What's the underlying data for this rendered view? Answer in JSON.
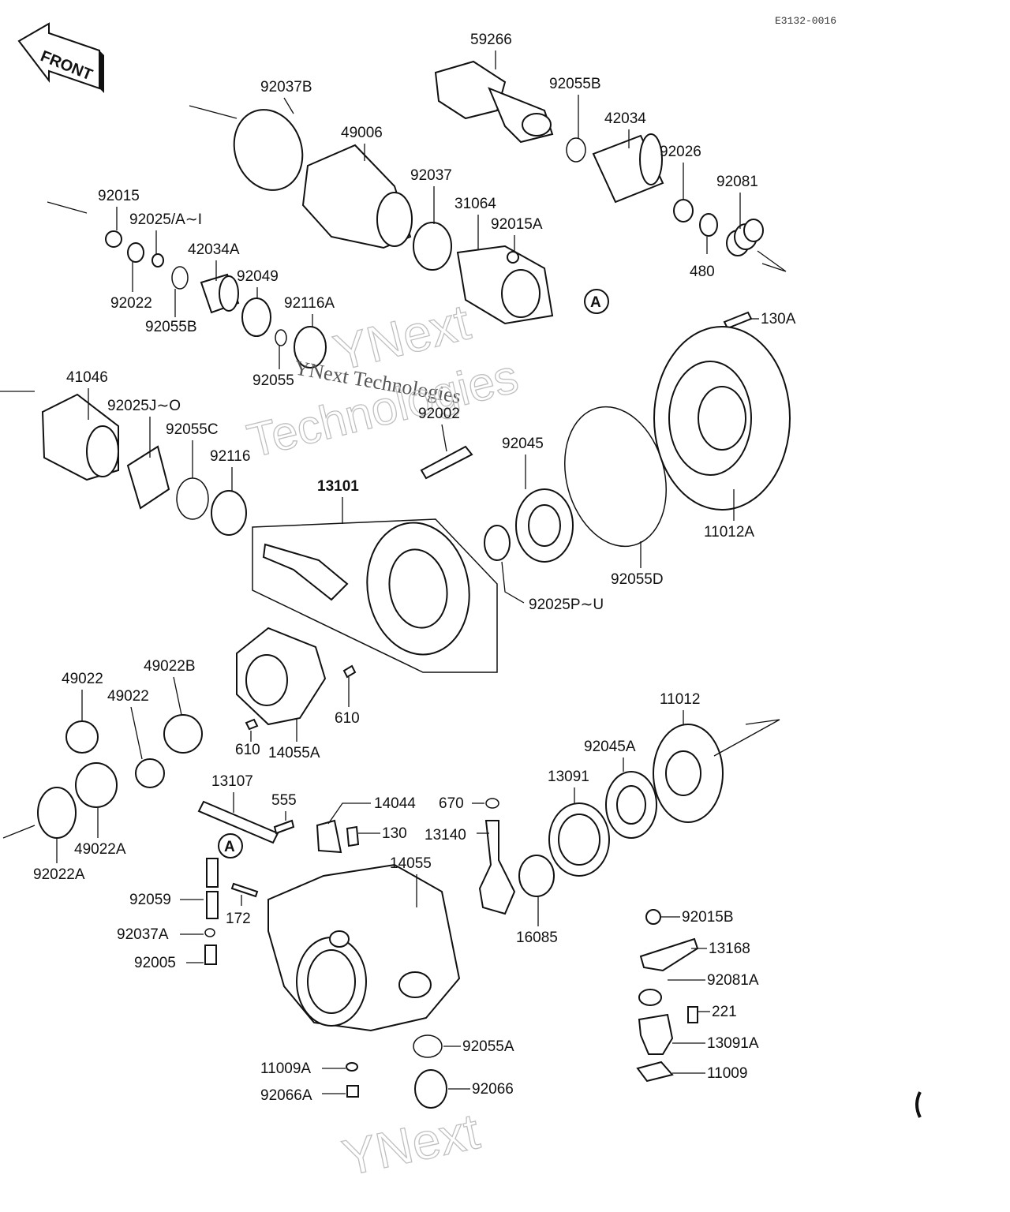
{
  "drawing_code": "E3132-0016",
  "front_label": "FRONT",
  "watermark": [
    "YNext",
    "YNext Technologies",
    "Technologies",
    "YNext"
  ],
  "ref_mark": "A",
  "parts": [
    {
      "id": "p59266",
      "label": "59266",
      "bold": false
    },
    {
      "id": "p92055B_top",
      "label": "92055B",
      "bold": false
    },
    {
      "id": "p42034",
      "label": "42034",
      "bold": false
    },
    {
      "id": "p92037B",
      "label": "92037B",
      "bold": false
    },
    {
      "id": "p49006",
      "label": "49006",
      "bold": false
    },
    {
      "id": "p92026",
      "label": "92026",
      "bold": false
    },
    {
      "id": "p92081",
      "label": "92081",
      "bold": false
    },
    {
      "id": "p92037",
      "label": "92037",
      "bold": false
    },
    {
      "id": "p31064",
      "label": "31064",
      "bold": false
    },
    {
      "id": "p92015",
      "label": "92015",
      "bold": false
    },
    {
      "id": "p92025AI",
      "label": "92025/A∼I",
      "bold": false
    },
    {
      "id": "p92015A",
      "label": "92015A",
      "bold": false
    },
    {
      "id": "p42034A",
      "label": "42034A",
      "bold": false
    },
    {
      "id": "p480",
      "label": "480",
      "bold": false
    },
    {
      "id": "p92049",
      "label": "92049",
      "bold": false
    },
    {
      "id": "p92022",
      "label": "92022",
      "bold": false
    },
    {
      "id": "p92116A",
      "label": "92116A",
      "bold": false
    },
    {
      "id": "p92055B",
      "label": "92055B",
      "bold": false
    },
    {
      "id": "p130A",
      "label": "130A",
      "bold": false
    },
    {
      "id": "p92055",
      "label": "92055",
      "bold": false
    },
    {
      "id": "p41046",
      "label": "41046",
      "bold": false
    },
    {
      "id": "p92025JO",
      "label": "92025J∼O",
      "bold": false
    },
    {
      "id": "p92002",
      "label": "92002",
      "bold": false
    },
    {
      "id": "p92055C",
      "label": "92055C",
      "bold": false
    },
    {
      "id": "p92045",
      "label": "92045",
      "bold": false
    },
    {
      "id": "p92116",
      "label": "92116",
      "bold": false
    },
    {
      "id": "p13101",
      "label": "13101",
      "bold": true
    },
    {
      "id": "p11012A",
      "label": "11012A",
      "bold": false
    },
    {
      "id": "p92055D",
      "label": "92055D",
      "bold": false
    },
    {
      "id": "p92025PU",
      "label": "92025P∼U",
      "bold": false
    },
    {
      "id": "p49022B",
      "label": "49022B",
      "bold": false
    },
    {
      "id": "p49022_a",
      "label": "49022",
      "bold": false
    },
    {
      "id": "p49022_b",
      "label": "49022",
      "bold": false
    },
    {
      "id": "p610_r",
      "label": "610",
      "bold": false
    },
    {
      "id": "p610_l",
      "label": "610",
      "bold": false
    },
    {
      "id": "p14055A",
      "label": "14055A",
      "bold": false
    },
    {
      "id": "p11012",
      "label": "11012",
      "bold": false
    },
    {
      "id": "p92045A",
      "label": "92045A",
      "bold": false
    },
    {
      "id": "p13107",
      "label": "13107",
      "bold": false
    },
    {
      "id": "p13091",
      "label": "13091",
      "bold": false
    },
    {
      "id": "p555",
      "label": "555",
      "bold": false
    },
    {
      "id": "p14044",
      "label": "14044",
      "bold": false
    },
    {
      "id": "p670",
      "label": "670",
      "bold": false
    },
    {
      "id": "p130",
      "label": "130",
      "bold": false
    },
    {
      "id": "p13140",
      "label": "13140",
      "bold": false
    },
    {
      "id": "p49022A",
      "label": "49022A",
      "bold": false
    },
    {
      "id": "p92022A",
      "label": "92022A",
      "bold": false
    },
    {
      "id": "p14055",
      "label": "14055",
      "bold": false
    },
    {
      "id": "p92059",
      "label": "92059",
      "bold": false
    },
    {
      "id": "p172",
      "label": "172",
      "bold": false
    },
    {
      "id": "p92037A",
      "label": "92037A",
      "bold": false
    },
    {
      "id": "p92005",
      "label": "92005",
      "bold": false
    },
    {
      "id": "p16085",
      "label": "16085",
      "bold": false
    },
    {
      "id": "p92015B",
      "label": "92015B",
      "bold": false
    },
    {
      "id": "p13168",
      "label": "13168",
      "bold": false
    },
    {
      "id": "p92081A",
      "label": "92081A",
      "bold": false
    },
    {
      "id": "p221",
      "label": "221",
      "bold": false
    },
    {
      "id": "p13091A",
      "label": "13091A",
      "bold": false
    },
    {
      "id": "p92055A",
      "label": "92055A",
      "bold": false
    },
    {
      "id": "p11009",
      "label": "11009",
      "bold": false
    },
    {
      "id": "p11009A",
      "label": "11009A",
      "bold": false
    },
    {
      "id": "p92066",
      "label": "92066",
      "bold": false
    },
    {
      "id": "p92066A",
      "label": "92066A",
      "bold": false
    }
  ]
}
